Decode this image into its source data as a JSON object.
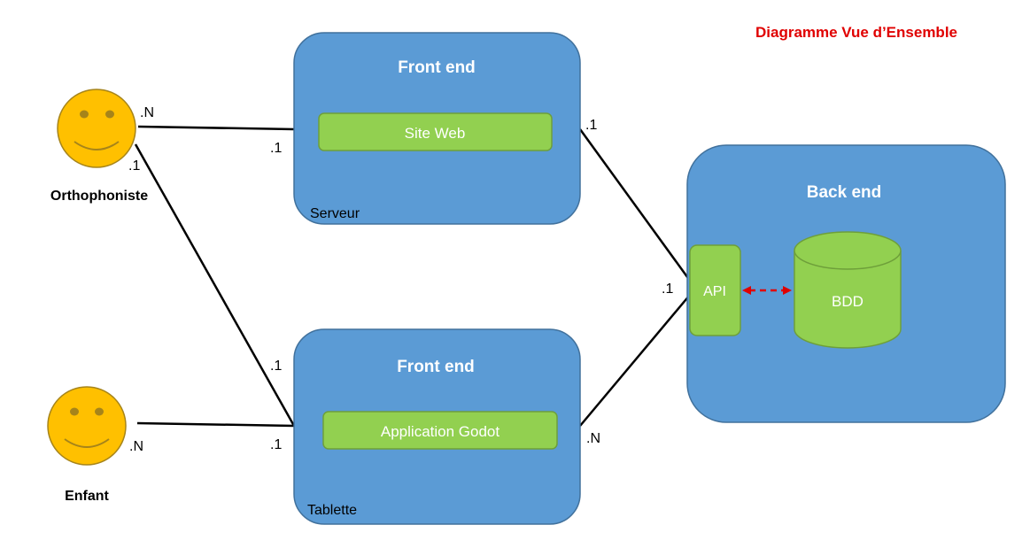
{
  "title": "Diagramme Vue d’Ensemble",
  "colors": {
    "box_fill": "#5b9bd5",
    "box_stroke": "#41719c",
    "green_fill": "#92d050",
    "green_stroke": "#6e9f3a",
    "actor_fill": "#ffc000",
    "actor_stroke": "#a6841a",
    "title_color": "#e00000",
    "arrow_color": "#e00000",
    "line_color": "#000000"
  },
  "actors": [
    {
      "name": "Orthophoniste",
      "icon": "smiley-face-icon"
    },
    {
      "name": "Enfant",
      "icon": "smiley-face-icon"
    }
  ],
  "serveur": {
    "title": "Front end",
    "component": "Site Web",
    "footer": "Serveur"
  },
  "tablette": {
    "title": "Front end",
    "component": "Application Godot",
    "footer": "Tablette"
  },
  "backend": {
    "title": "Back end",
    "api": "API",
    "database": "BDD"
  },
  "cardinalities": {
    "ortho_to_serveur_near": ".N",
    "ortho_to_serveur_far": ".1",
    "ortho_to_tablette_near": ".1",
    "ortho_to_tablette_far": ".1",
    "enfant_to_tablette_near": ".N",
    "enfant_to_tablette_far": ".1",
    "serveur_to_api_near": ".1",
    "serveur_to_api_far": ".1",
    "tablette_to_api": ".N"
  }
}
